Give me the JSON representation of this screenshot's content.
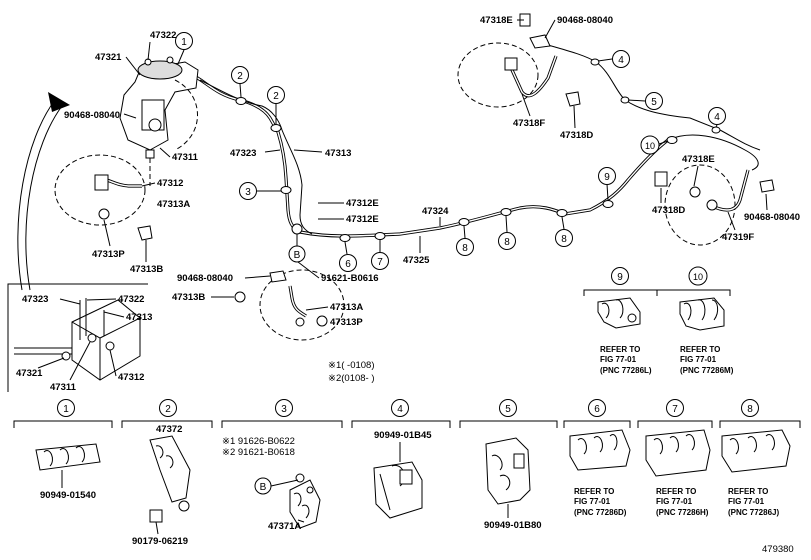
{
  "diagram_id": "479380",
  "callouts": [
    "1",
    "2",
    "3",
    "4",
    "5",
    "6",
    "7",
    "8",
    "9",
    "10"
  ],
  "callout_B": "B",
  "labels": {
    "p47318E_top": "47318E",
    "p90468_top": "90468-08040",
    "p47322": "47322",
    "p47321": "47321",
    "p90468_left": "90468-08040",
    "p47311": "47311",
    "p47312_left": "47312",
    "p47313A_left": "47313A",
    "p47313P_left": "47313P",
    "p47313B_left": "47313B",
    "p47318F_top": "47318F",
    "p47318D_top": "47318D",
    "p47323": "47323",
    "p47313": "47313",
    "p47312E_a": "47312E",
    "p47312E_b": "47312E",
    "p47324": "47324",
    "p47325": "47325",
    "p47318E_right": "47318E",
    "p47318D_right": "47318D",
    "p47319F": "47319F",
    "p90468_right": "90468-08040",
    "p90468_mid": "90468-08040",
    "p91621_mid": "91621-B0616",
    "p47313B_mid": "47313B",
    "p47313A_mid": "47313A",
    "p47313P_mid": "47313P"
  },
  "note_ranges": {
    "r1": "※1(  -0108)",
    "r2": "※2(0108-  )"
  },
  "detail_box": {
    "p47323": "47323",
    "p47322": "47322",
    "p47313": "47313",
    "p47321": "47321",
    "p47311": "47311",
    "p47312": "47312"
  },
  "clamps_top": {
    "refer": "REFER TO",
    "fig": "FIG 77-01",
    "pnc_9": "(PNC 77286L)",
    "pnc_10": "(PNC 77286M)"
  },
  "clamps_bottom": {
    "c1_part": "90949-01540",
    "c2_part_a": "47372",
    "c2_part_b": "90179-06219",
    "c3_note1": "※1 91626-B0622",
    "c3_note2": "※2 91621-B0618",
    "c3_part": "47371A",
    "c4_part": "90949-01B45",
    "c5_part": "90949-01B80",
    "refer": "REFER TO",
    "fig": "FIG 77-01",
    "pnc_6": "(PNC 77286D)",
    "pnc_7": "(PNC 77286H)",
    "pnc_8": "(PNC 77286J)"
  }
}
